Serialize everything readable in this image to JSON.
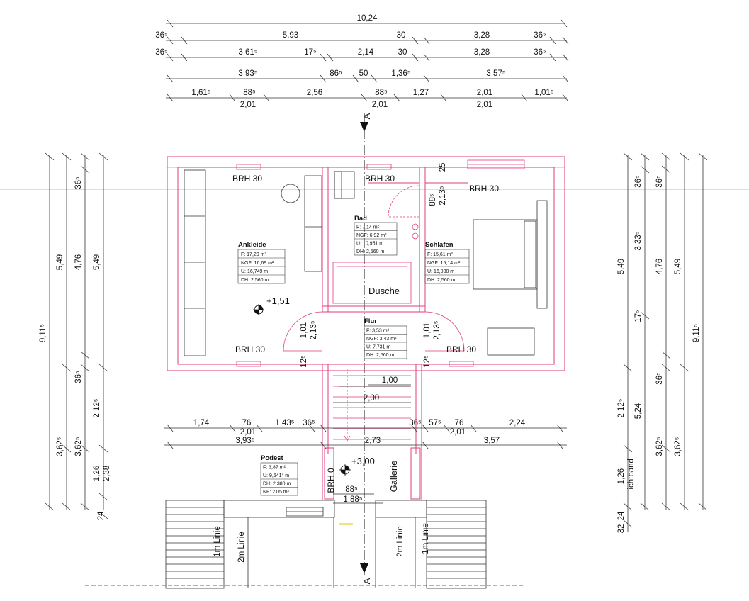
{
  "dims_top": {
    "overall": "10,24",
    "row2": [
      "36⁵",
      "5,93",
      "30",
      "3,28",
      "36⁵"
    ],
    "row3": [
      "36⁵",
      "3,61⁵",
      "17⁵",
      "2,14",
      "30",
      "3,28",
      "36⁵"
    ],
    "row4": [
      "3,93⁵",
      "86⁵",
      "50",
      "1,36⁵",
      "3,57⁵"
    ],
    "row5_top": [
      "1,61⁵",
      "88⁵",
      "2,56",
      "88⁵",
      "1,27",
      "2,01",
      "1,01⁵"
    ],
    "row5_bottom": [
      "2,01",
      "2,01",
      "2,01"
    ]
  },
  "dims_mid": {
    "row1": [
      "1,74",
      "76",
      "2,01",
      "1,43⁵",
      "36⁵",
      "36⁵",
      "57⁵",
      "76",
      "2,01",
      "2,24"
    ],
    "row2": [
      "3,93⁵",
      "2,73",
      "3,57"
    ]
  },
  "dims_left": [
    "9,11⁵",
    "5,49",
    "4,76",
    "5,49",
    "36⁵",
    "36⁵",
    "2,12⁵",
    "3,62⁵",
    "3,62⁵",
    "1,26",
    "2,38",
    "24"
  ],
  "dims_right": [
    "5,49",
    "3,33⁵",
    "4,76",
    "5,49",
    "36⁵",
    "36⁵",
    "17⁵",
    "9,11⁵",
    "2,12⁵",
    "5,24",
    "36⁵",
    "3,62⁵",
    "3,62⁵",
    "1,26",
    "Lichtband",
    "24",
    "32"
  ],
  "section_mark": "A",
  "rooms": {
    "ankleide": {
      "name": "Ankleide",
      "vals": [
        "F:  17,20 m²",
        "NGF: 16,69 m²",
        "U:  16,749 m",
        "DH:  2,560 m"
      ]
    },
    "bad": {
      "name": "Bad",
      "vals": [
        "F:  7,14 m²",
        "NGF: 6,92 m²",
        "U:  10,951 m",
        "DH: 2,560 m"
      ]
    },
    "schlafen": {
      "name": "Schlafen",
      "vals": [
        "F:  15,61 m²",
        "NGF: 15,14 m²",
        "U:  16,080 m",
        "DH:  2,560 m"
      ]
    },
    "flur": {
      "name": "Flur",
      "vals": [
        "F:  3,53 m²",
        "NGF: 3,43 m²",
        "U:  7,731 m",
        "DH: 2,560 m"
      ]
    },
    "podest": {
      "name": "Podest",
      "vals": [
        "F:  3,87 m²",
        "U:  9,641⁵ m",
        "DH: 2,380 m",
        "NF: 2,05 m²"
      ]
    }
  },
  "labels": {
    "brh": "BRH 30",
    "brh0": "BRH 0",
    "dusche": "Dusche",
    "galerie": "Gallerie",
    "level_1": "+1,51",
    "level_2": "+3,00",
    "line_1m": "1m Linie",
    "line_2m": "2m Linie"
  },
  "door_dims": {
    "d1_a": "1,01",
    "d1_b": "2,13⁵",
    "d2_a": "1,01",
    "d2_b": "2,13⁵",
    "d3_a": "88⁵",
    "d3_b": "2,13⁵",
    "t25": "25",
    "t125a": "12⁵",
    "t125b": "12⁵"
  },
  "stair": {
    "w1": "1,00",
    "w2": "2,00"
  },
  "bottom": {
    "a": "88⁵",
    "b": "1,88⁵"
  }
}
